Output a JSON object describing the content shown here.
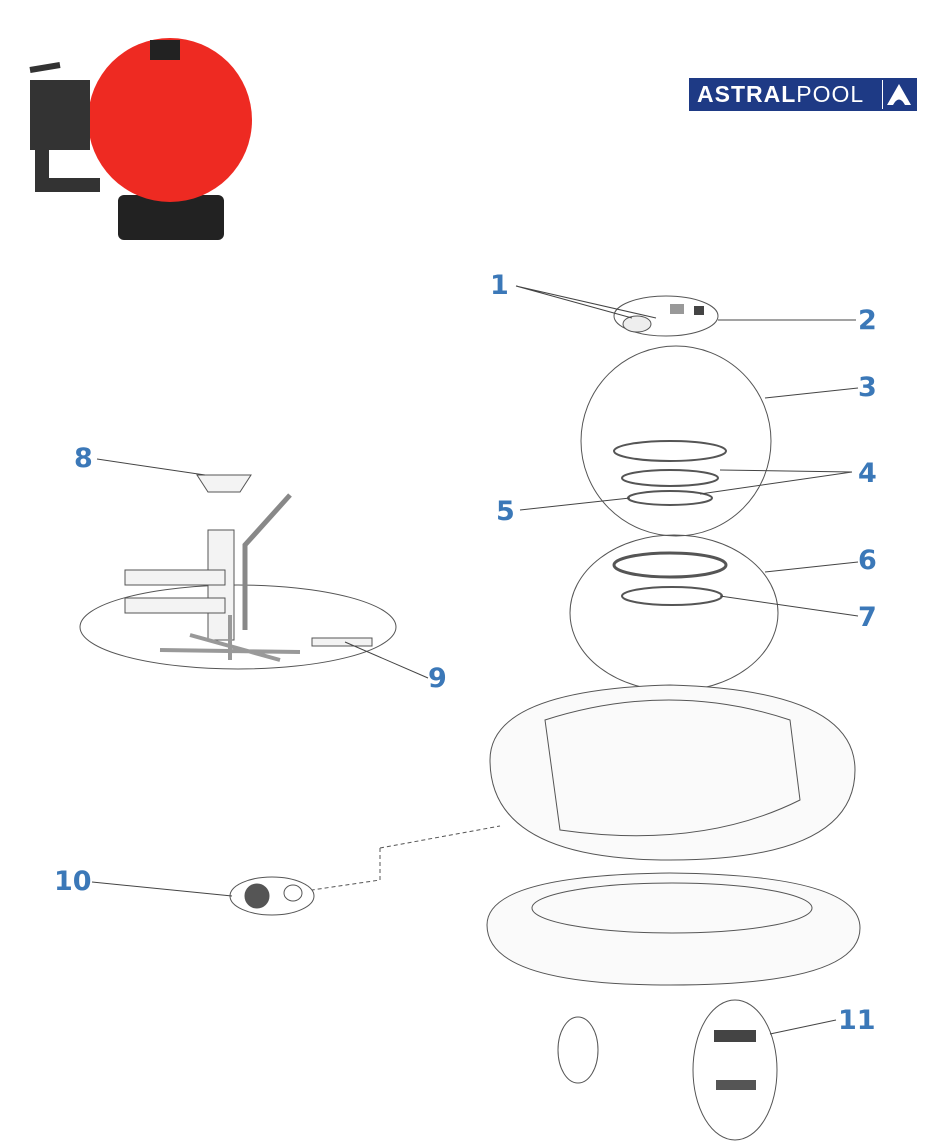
{
  "logo": {
    "brand_bold": "ASTRAL",
    "brand_light": "POOL",
    "color": "#1e3a85"
  },
  "label_color": "#3b78b8",
  "callouts": [
    "1",
    "2",
    "3",
    "4",
    "5",
    "6",
    "7",
    "8",
    "9",
    "10",
    "11"
  ]
}
